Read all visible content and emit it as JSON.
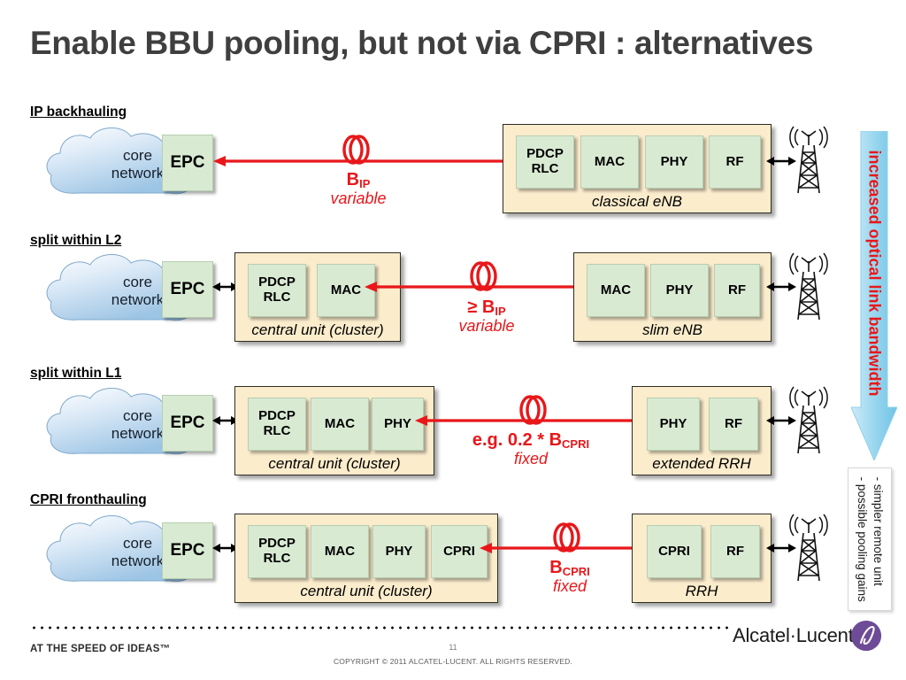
{
  "slide": {
    "title": "Enable BBU pooling, but not via CPRI : alternatives"
  },
  "cloud": {
    "line1": "core",
    "line2": "network",
    "epc_label": "EPC"
  },
  "rows": [
    {
      "section_label": "IP backhauling",
      "central": {
        "caption": "",
        "blocks": []
      },
      "link": {
        "top": "B",
        "sub": "IP",
        "prefix": "",
        "italic": "variable"
      },
      "remote": {
        "caption": "classical eNB",
        "blocks": [
          "PDCP\nRLC",
          "MAC",
          "PHY",
          "RF"
        ]
      }
    },
    {
      "section_label": "split within L2",
      "central": {
        "caption": "central unit (cluster)",
        "blocks": [
          "PDCP\nRLC",
          "MAC"
        ]
      },
      "link": {
        "top": "B",
        "sub": "IP",
        "prefix": "≥ ",
        "italic": "variable"
      },
      "remote": {
        "caption": "slim eNB",
        "blocks": [
          "MAC",
          "PHY",
          "RF"
        ]
      }
    },
    {
      "section_label": "split within L1",
      "central": {
        "caption": "central unit (cluster)",
        "blocks": [
          "PDCP\nRLC",
          "MAC",
          "PHY"
        ]
      },
      "link": {
        "top": "B",
        "sub": "CPRI",
        "prefix": "e.g. 0.2 * ",
        "italic": "fixed"
      },
      "remote": {
        "caption": "extended RRH",
        "blocks": [
          "PHY",
          "RF"
        ]
      }
    },
    {
      "section_label": "CPRI fronthauling",
      "central": {
        "caption": "central unit (cluster)",
        "blocks": [
          "PDCP\nRLC",
          "MAC",
          "PHY",
          "CPRI"
        ]
      },
      "link": {
        "top": "B",
        "sub": "CPRI",
        "prefix": "",
        "italic": "fixed"
      },
      "remote": {
        "caption": "RRH",
        "blocks": [
          "CPRI",
          "RF"
        ]
      }
    }
  ],
  "side": {
    "arrow_text": "increased optical link bandwidth",
    "arrow_color": "#9fd9ef",
    "arrow_text_color": "#e8171a",
    "note_line1": "- simpler remote unit",
    "note_line2": "- possible pooling gains"
  },
  "footer": {
    "tagline": "AT THE SPEED OF IDEAS™",
    "page_number": "11",
    "copyright": "COPYRIGHT © 2011 ALCATEL-LUCENT.  ALL RIGHTS RESERVED.",
    "brand": "Alcatel·Lucent"
  },
  "colors": {
    "green_block": "#d9ead3",
    "beige_panel": "#fbeccc",
    "red_link": "#e8171a",
    "title_gray": "#3f3f3f",
    "brand_purple": "#6d4b96"
  }
}
